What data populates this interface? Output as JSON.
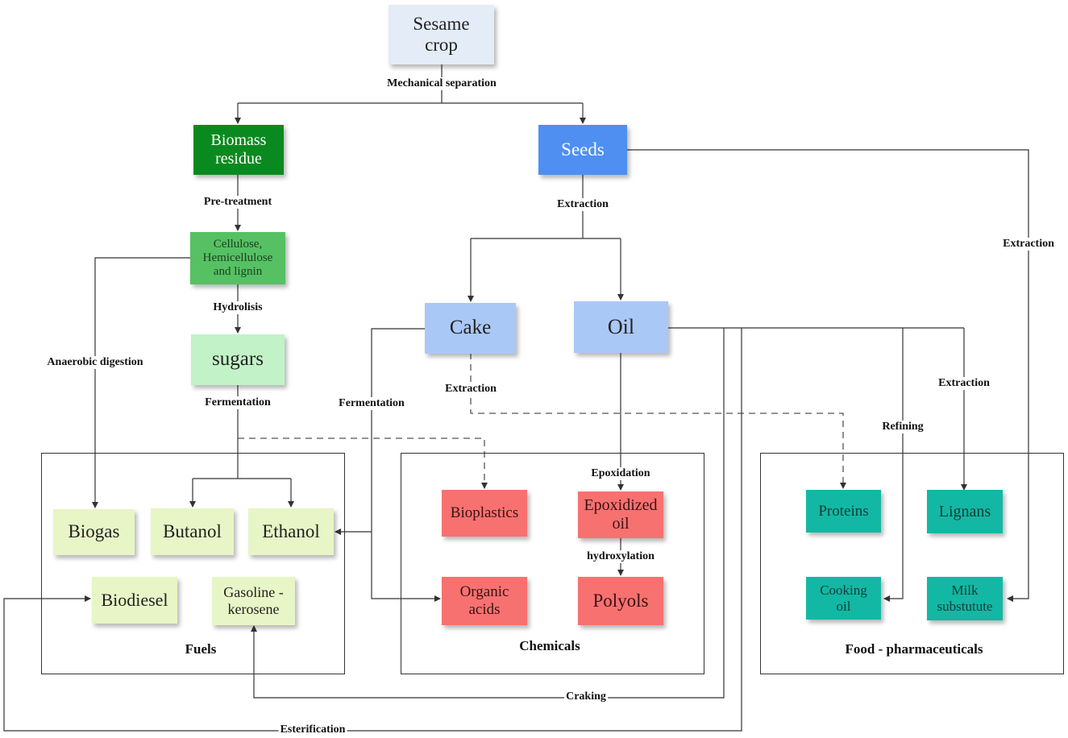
{
  "colors": {
    "crop": "#e3ecf7",
    "biomass": "#0a8a1e",
    "cellulose": "#55c163",
    "sugars": "#c2f2c8",
    "seeds": "#4f8ff2",
    "cake_oil": "#aac8f6",
    "fuels": "#e8f5c6",
    "chemicals": "#f77170",
    "food": "#12b8a4"
  },
  "nodes": {
    "sesame_crop": "Sesame crop",
    "biomass_residue": "Biomass residue",
    "seeds": "Seeds",
    "cellulose": "Cellulose, Hemicellulose and lignin",
    "sugars": "sugars",
    "cake": "Cake",
    "oil": "Oil",
    "biogas": "Biogas",
    "butanol": "Butanol",
    "ethanol": "Ethanol",
    "biodiesel": "Biodiesel",
    "gasoline": "Gasoline - kerosene",
    "bioplastics": "Bioplastics",
    "epoxidized_oil": "Epoxidized oil",
    "organic_acids": "Organic acids",
    "polyols": "Polyols",
    "proteins": "Proteins",
    "lignans": "Lignans",
    "cooking_oil": "Cooking oil",
    "milk": "Milk substutute"
  },
  "edges": {
    "mechanical_separation": "Mechanical separation",
    "pre_treatment": "Pre-treatment",
    "extraction_seeds": "Extraction",
    "extraction_right": "Extraction",
    "hydrolisis": "Hydrolisis",
    "anaerobic_digestion": "Anaerobic digestion",
    "fermentation_sugars": "Fermentation",
    "fermentation_cake": "Fermentation",
    "extraction_cake": "Extraction",
    "extraction_oil": "Extraction",
    "refining": "Refining",
    "epoxidation": "Epoxidation",
    "hydroxylation": "hydroxylation",
    "craking": "Craking",
    "esterification": "Esterification"
  },
  "groups": {
    "fuels": "Fuels",
    "chemicals": "Chemicals",
    "food": "Food - pharmaceuticals"
  }
}
